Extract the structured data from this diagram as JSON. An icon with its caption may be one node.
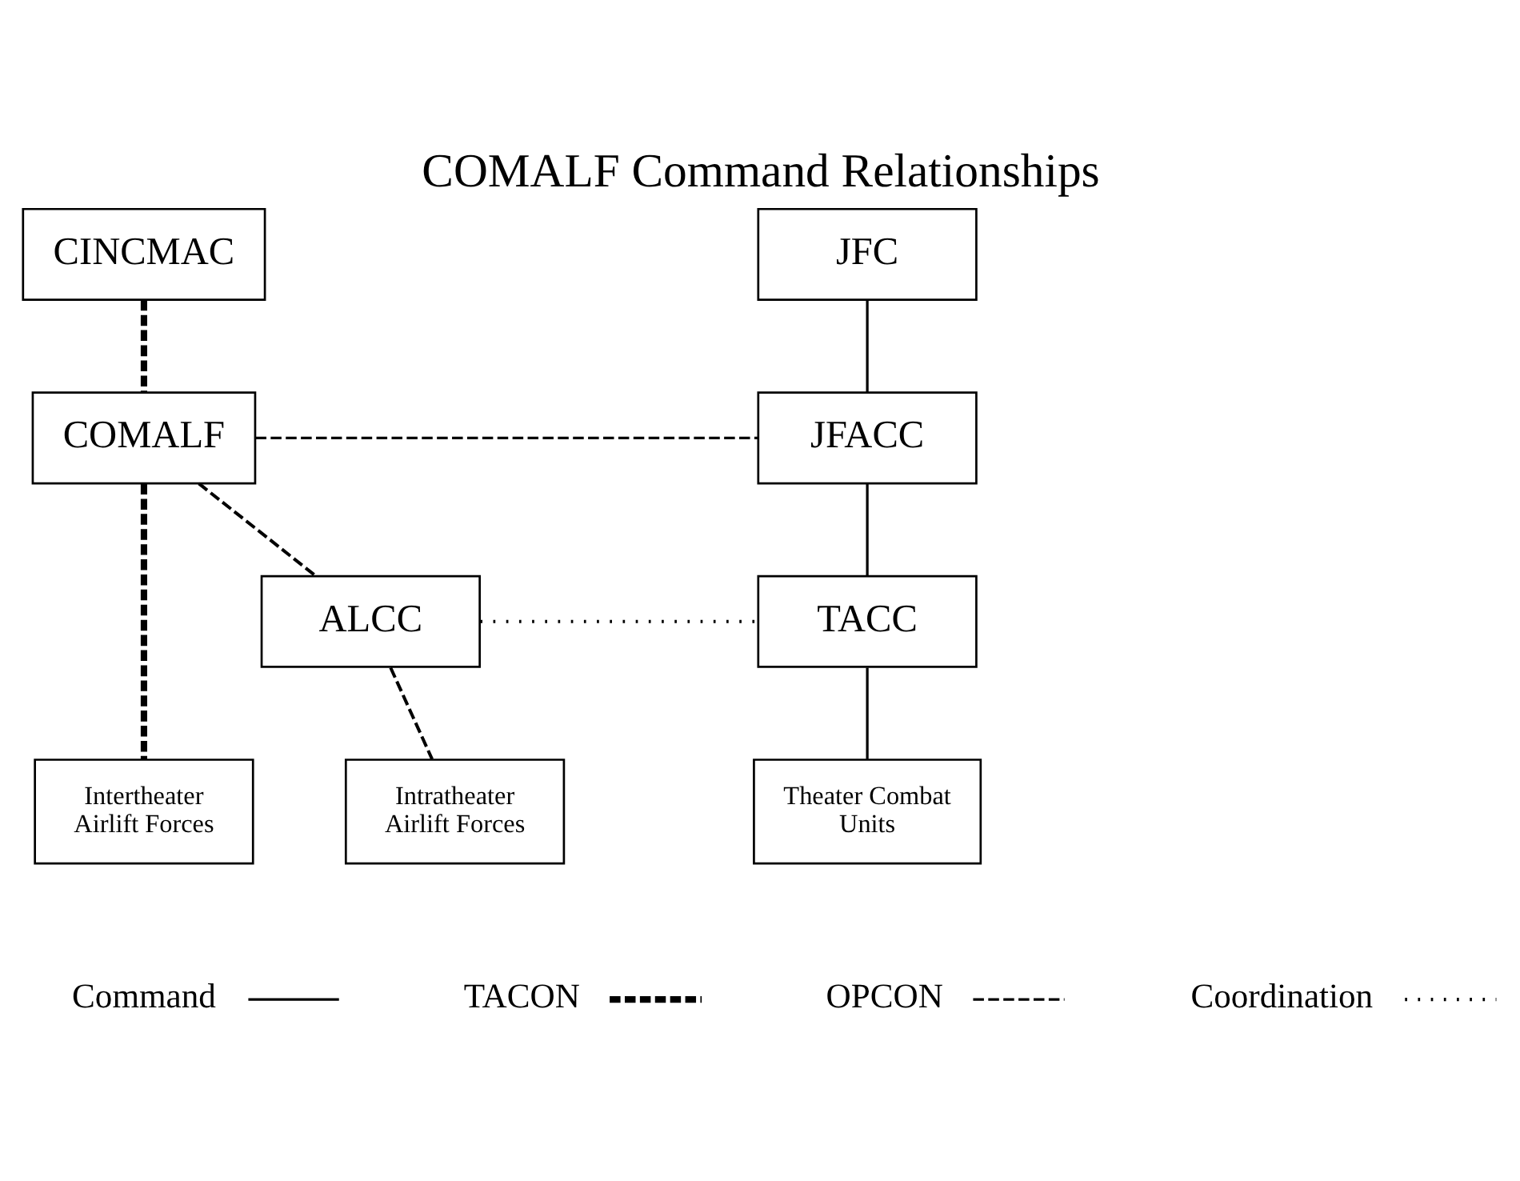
{
  "diagram": {
    "title": "COMALF Command Relationships",
    "nodes": [
      {
        "text": [
          "CINCMAC"
        ]
      },
      {
        "text": [
          "JFC"
        ]
      },
      {
        "text": [
          "COMALF"
        ]
      },
      {
        "text": [
          "JFACC"
        ]
      },
      {
        "text": [
          "ALCC"
        ]
      },
      {
        "text": [
          "TACC"
        ]
      },
      {
        "text": [
          "Intertheater Airlift Forces"
        ]
      },
      {
        "text": [
          "Intratheater Airlift Forces"
        ]
      },
      {
        "text": [
          "Theater Combat Units"
        ]
      }
    ],
    "edges": [
      {
        "from": 0,
        "to": 2,
        "arrow": "none",
        "style": "dashed"
      },
      {
        "from": 1,
        "to": 3,
        "arrow": "none"
      },
      {
        "from": 2,
        "to": 3,
        "arrow": "none",
        "style": "dashed"
      },
      {
        "from": 3,
        "to": 5,
        "arrow": "none"
      },
      {
        "from": 2,
        "to": 6,
        "arrow": "none",
        "style": "dashed"
      },
      {
        "from": 2,
        "to": 4,
        "arrow": "none",
        "style": "dashed"
      },
      {
        "from": 4,
        "to": 5,
        "arrow": "none",
        "style": "dashed"
      },
      {
        "from": 4,
        "to": 7,
        "arrow": "none",
        "style": "dashed"
      },
      {
        "from": 5,
        "to": 8,
        "arrow": "none"
      }
    ],
    "legend": [
      {
        "text": "Command"
      },
      {
        "text": "TACON"
      },
      {
        "text": "OPCON"
      },
      {
        "text": "Coordination"
      }
    ]
  }
}
